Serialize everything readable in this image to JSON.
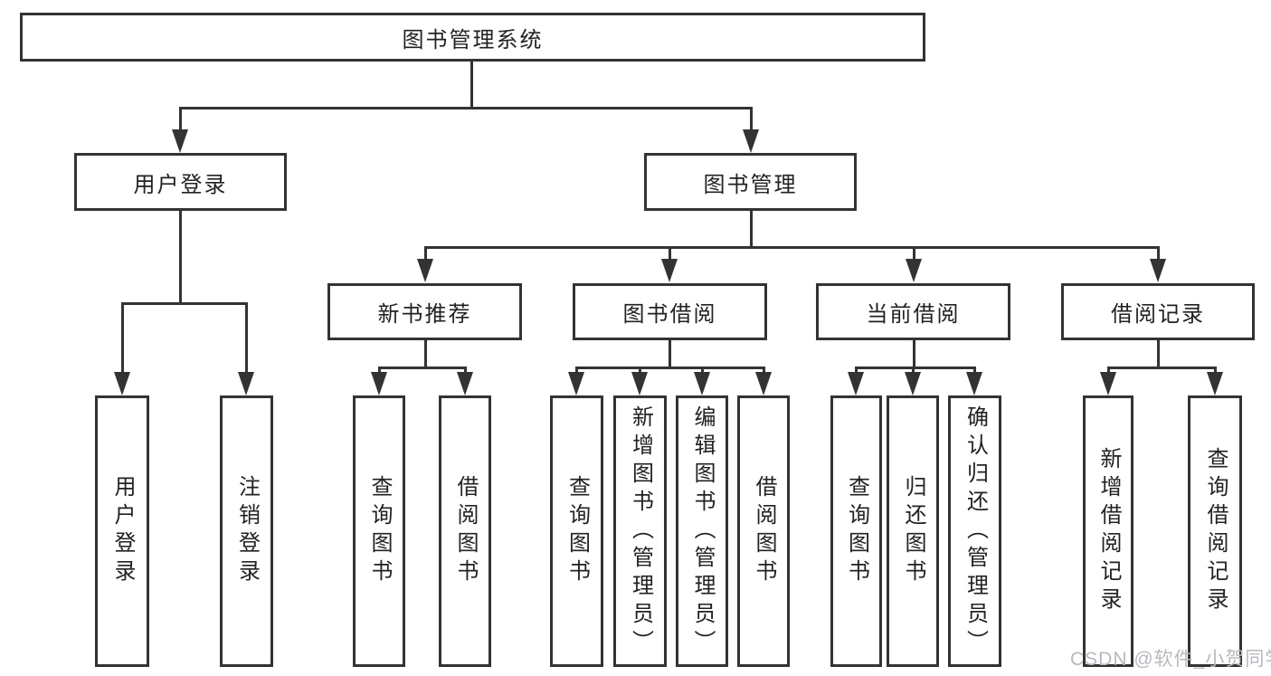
{
  "diagram": {
    "type": "hierarchy",
    "root": {
      "label": "图书管理系统"
    },
    "branches": [
      {
        "label": "用户登录",
        "children": [
          {
            "label": "用户登录"
          },
          {
            "label": "注销登录"
          }
        ]
      },
      {
        "label": "图书管理",
        "sections": [
          {
            "label": "新书推荐",
            "children": [
              {
                "label": "查询图书"
              },
              {
                "label": "借阅图书"
              }
            ]
          },
          {
            "label": "图书借阅",
            "children": [
              {
                "label": "查询图书"
              },
              {
                "label": "新增图书（管理员）"
              },
              {
                "label": "编辑图书（管理员）"
              },
              {
                "label": "借阅图书"
              }
            ]
          },
          {
            "label": "当前借阅",
            "children": [
              {
                "label": "查询图书"
              },
              {
                "label": "归还图书"
              },
              {
                "label": "确认归还（管理员）"
              }
            ]
          },
          {
            "label": "借阅记录",
            "children": [
              {
                "label": "新增借阅记录"
              },
              {
                "label": "查询借阅记录"
              }
            ]
          }
        ]
      }
    ]
  },
  "watermark": {
    "text": "CSDN @软件_小贺同学"
  },
  "colors": {
    "line": "#333333",
    "text": "#222222",
    "background": "#ffffff",
    "watermark": "#b6b9be"
  }
}
